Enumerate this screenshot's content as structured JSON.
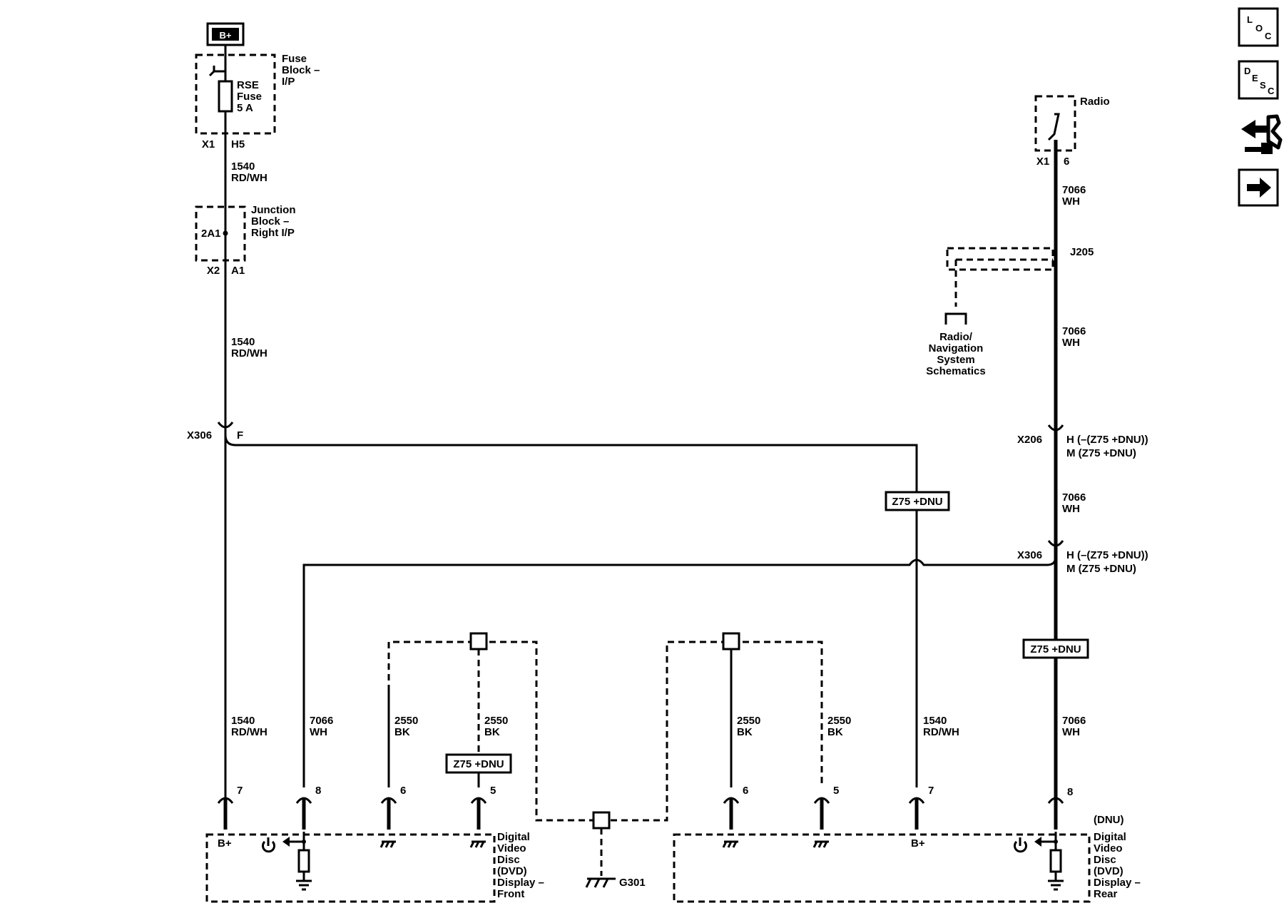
{
  "power": {
    "source": "B+"
  },
  "fuse_block": {
    "name_lines": [
      "Fuse",
      "Block –",
      "I/P"
    ],
    "fuse_lines": [
      "RSE",
      "Fuse",
      "5 A"
    ],
    "conn": "X1",
    "pin": "H5"
  },
  "junction_block": {
    "name_lines": [
      "Junction",
      "Block –",
      "Right I/P"
    ],
    "node": "2A1",
    "conn": "X2",
    "pin": "A1"
  },
  "radio": {
    "name": "Radio",
    "conn": "X1",
    "pin": "6"
  },
  "splice": {
    "name": "J205"
  },
  "reference": {
    "lines": [
      "Radio/",
      "Navigation",
      "System",
      "Schematics"
    ]
  },
  "connectors": {
    "x306_left": {
      "name": "X306",
      "pin": "F"
    },
    "x206": {
      "name": "X206",
      "pin_lines": [
        "H (–(Z75 +DNU))",
        "M (Z75 +DNU)"
      ]
    },
    "x306_right": {
      "name": "X306",
      "pin_lines": [
        "H (–(Z75 +DNU))",
        "M (Z75 +DNU)"
      ]
    }
  },
  "options": {
    "opt1": "Z75 +DNU",
    "opt2": "Z75 +DNU",
    "opt3": "Z75 +DNU"
  },
  "wires": {
    "w1": [
      "1540",
      "RD/WH"
    ],
    "w2": [
      "1540",
      "RD/WH"
    ],
    "w3": [
      "7066",
      "WH"
    ],
    "w4": [
      "7066",
      "WH"
    ],
    "w5": [
      "7066",
      "WH"
    ],
    "w6": [
      "1540",
      "RD/WH"
    ],
    "w7": [
      "7066",
      "WH"
    ],
    "w8": [
      "2550",
      "BK"
    ],
    "w9": [
      "2550",
      "BK"
    ],
    "w10": [
      "2550",
      "BK"
    ],
    "w11": [
      "2550",
      "BK"
    ],
    "w12": [
      "1540",
      "RD/WH"
    ],
    "w13": [
      "7066",
      "WH"
    ]
  },
  "pins": {
    "front": [
      "7",
      "8",
      "6",
      "5"
    ],
    "rear": [
      "6",
      "5",
      "7",
      "8"
    ]
  },
  "dvd_front": {
    "b_plus": "B+",
    "name_lines": [
      "Digital",
      "Video",
      "Disc",
      "(DVD)",
      "Display –",
      "Front"
    ]
  },
  "dvd_rear": {
    "b_plus": "B+",
    "dnu": "(DNU)",
    "name_lines": [
      "Digital",
      "Video",
      "Disc",
      "(DVD)",
      "Display –",
      "Rear"
    ]
  },
  "ground": {
    "name": "G301"
  },
  "nav_icons": {
    "loc": {
      "icon": "loc-icon",
      "letters": [
        "L",
        "O",
        "C"
      ]
    },
    "desc": {
      "icon": "desc-icon",
      "letters": [
        "D",
        "E",
        "S",
        "C"
      ]
    },
    "connector": {
      "icon": "connector-icon"
    },
    "next": {
      "icon": "next-arrow-icon"
    }
  }
}
